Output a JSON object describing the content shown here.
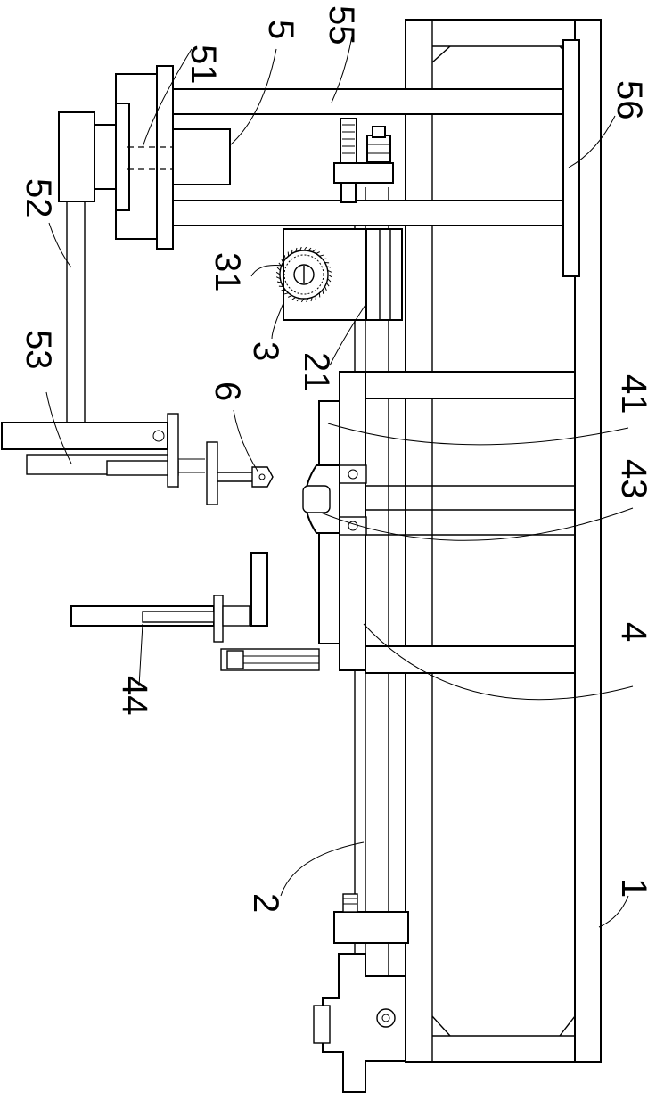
{
  "labels": {
    "l51": "51",
    "l5": "5",
    "l55": "55",
    "l56": "56",
    "l52": "52",
    "l53": "53",
    "l6": "6",
    "l31": "31",
    "l3": "3",
    "l21": "21",
    "l41": "41",
    "l43": "43",
    "l44": "44",
    "l4": "4",
    "l2": "2",
    "l1": "1"
  }
}
